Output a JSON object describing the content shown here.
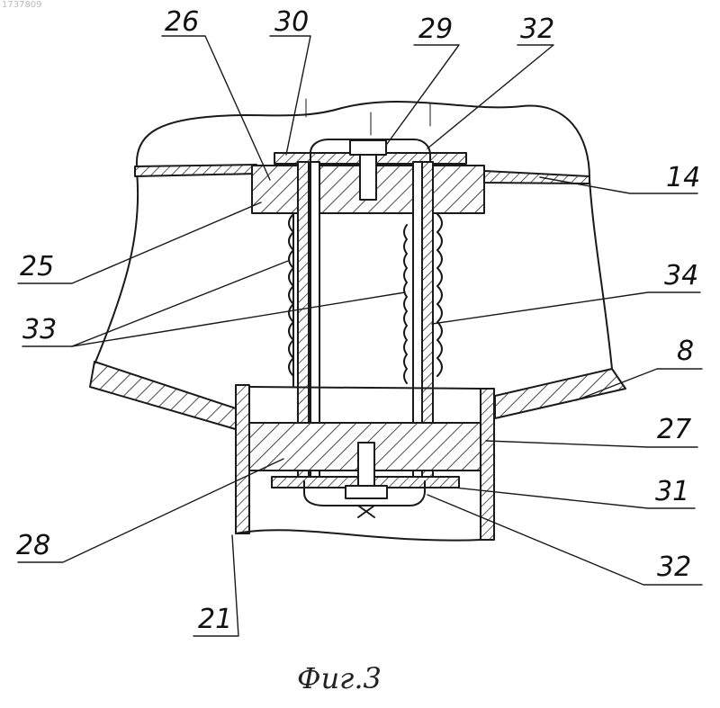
{
  "watermark": "1737809",
  "caption": "Фиг.3",
  "labels": {
    "l26": "26",
    "l30": "30",
    "l29": "29",
    "l32_top": "32",
    "l14": "14",
    "l25": "25",
    "l34": "34",
    "l33": "33",
    "l8": "8",
    "l27": "27",
    "l31": "31",
    "l28": "28",
    "l32_bottom": "32",
    "l21": "21"
  },
  "colors": {
    "ink": "#1a1a1a",
    "paper": "#ffffff"
  }
}
